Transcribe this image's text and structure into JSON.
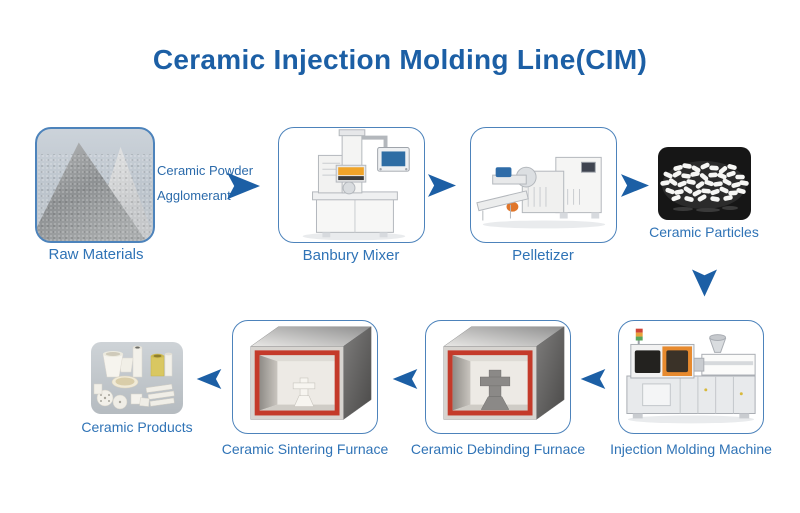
{
  "page": {
    "title": "Ceramic Injection Molding Line(CIM)"
  },
  "colors": {
    "title_blue": "#1c5fa5",
    "label_blue": "#2f73b6",
    "arrow_blue": "#1c5fa5",
    "box_border_blue": "#4d83bb",
    "furnace_red": "#c43a2a"
  },
  "stages": {
    "raw_materials": {
      "label": "Raw Materials",
      "image": "gray-ceramic-powder-piles-photo"
    },
    "banbury_mixer": {
      "label": "Banbury Mixer",
      "image": "vertical-banbury-mixer-machine-photo"
    },
    "pelletizer": {
      "label": "Pelletizer",
      "image": "pelletizer-extruder-machine-photo"
    },
    "ceramic_particles": {
      "label": "Ceramic Particles",
      "image": "white-ceramic-pellets-photo"
    },
    "injection_molding_machine": {
      "label": "Injection Molding Machine",
      "image": "injection-molding-machine-photo"
    },
    "ceramic_debinding_furnace": {
      "label": "Ceramic Debinding Furnace",
      "image": "debinding-furnace-illustration"
    },
    "ceramic_sintering_furnace": {
      "label": "Ceramic Sintering Furnace",
      "image": "sintering-furnace-illustration"
    },
    "ceramic_products": {
      "label": "Ceramic Products",
      "image": "assorted-ceramic-products-photo"
    }
  },
  "annotations": {
    "arrow1_line1": "Ceramic Powder",
    "arrow1_line2": "Agglomerant"
  }
}
